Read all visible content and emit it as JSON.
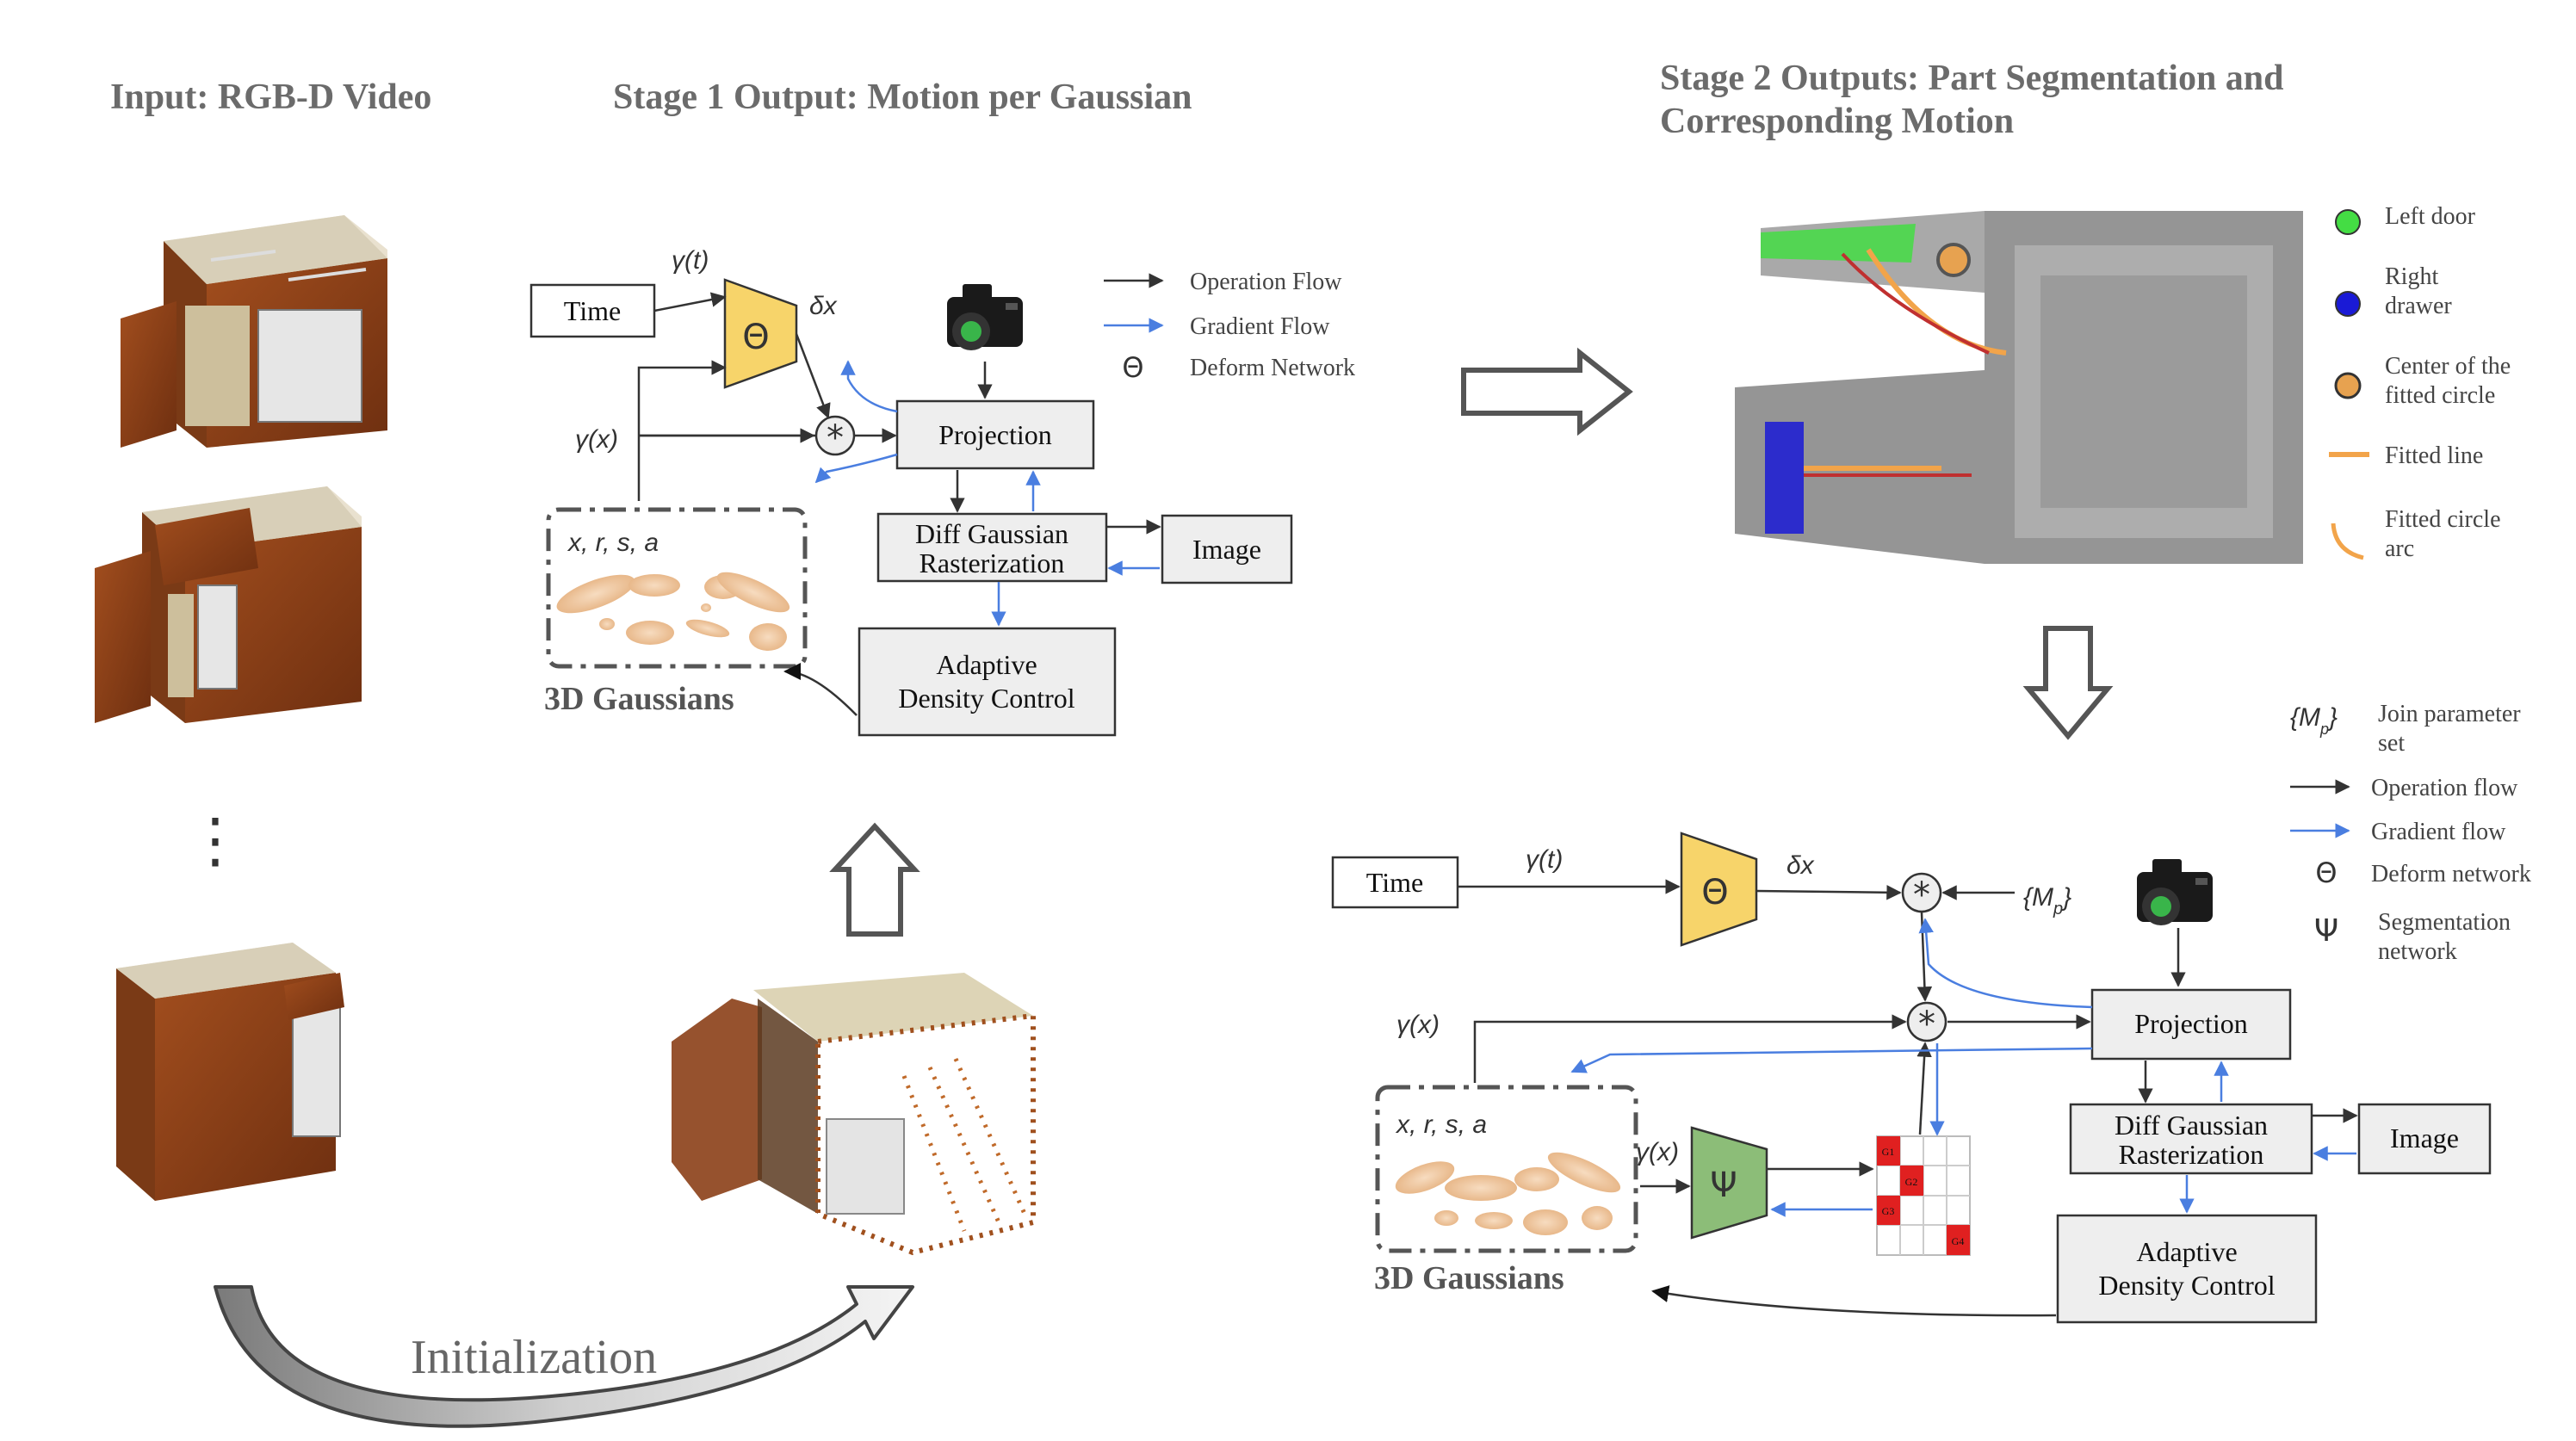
{
  "titles": {
    "input": "Input: RGB-D Video",
    "stage1": "Stage 1 Output: Motion per Gaussian",
    "stage2_line1": "Stage 2 Outputs: Part Segmentation and",
    "stage2_line2": "Corresponding Motion"
  },
  "vertical_dots": "⋮",
  "init_label": "Initialization",
  "stage1": {
    "time": "Time",
    "gamma_t": "γ(t)",
    "delta_x": "δx",
    "gamma_x": "γ(x)",
    "theta": "Θ",
    "star": "*",
    "projection": "Projection",
    "raster_line1": "Diff Gaussian",
    "raster_line2": "Rasterization",
    "image": "Image",
    "adc_line1": "Adaptive",
    "adc_line2": "Density Control",
    "gauss_params": "x, r, s, a",
    "gauss_label": "3D Gaussians",
    "legend": {
      "op": "Operation Flow",
      "grad": "Gradient Flow",
      "theta_symbol": "Θ",
      "theta": "Deform Network"
    }
  },
  "pointcloud_legend": [
    {
      "label_line1": "Left door",
      "label_line2": "",
      "color": "#44dd44",
      "kind": "dot"
    },
    {
      "label_line1": "Right",
      "label_line2": "drawer",
      "color": "#1a1ad6",
      "kind": "dot"
    },
    {
      "label_line1": "Center of the",
      "label_line2": "fitted circle",
      "color": "#d68a3c",
      "kind": "ring"
    },
    {
      "label_line1": "Fitted line",
      "label_line2": "",
      "color": "#f2a44a",
      "kind": "line"
    },
    {
      "label_line1": "Fitted circle",
      "label_line2": "arc",
      "color": "#f2a44a",
      "kind": "arc"
    }
  ],
  "stage2": {
    "time": "Time",
    "gamma_t": "γ(t)",
    "delta_x": "δx",
    "gamma_x": "γ(x)",
    "gamma_x2": "γ(x)",
    "theta": "Θ",
    "psi": "Ψ",
    "mp": "{M",
    "mp_sub": "p",
    "mp_close": "}",
    "projection": "Projection",
    "raster_line1": "Diff Gaussian",
    "raster_line2": "Rasterization",
    "image": "Image",
    "adc_line1": "Adaptive",
    "adc_line2": "Density Control",
    "gauss_params": "x, r, s, a",
    "gauss_label": "3D Gaussians",
    "grid_labels": [
      "G1",
      "G2",
      "G3",
      "G4"
    ],
    "legend": {
      "mp_symbol": "{M",
      "mp_sub": "p",
      "mp_close": "}",
      "mp_line1": "Join parameter",
      "mp_line2": "set",
      "op": "Operation flow",
      "grad": "Gradient flow",
      "theta_symbol": "Θ",
      "theta": "Deform network",
      "psi_symbol": "Ψ",
      "psi_line1": "Segmentation",
      "psi_line2": "network"
    }
  },
  "colors": {
    "deform_fill": "#f7d46a",
    "seg_fill": "#8cbd78",
    "gradient": "#4a7ee0",
    "operation": "#333333",
    "wood": "#8b3f17",
    "gaussian": "#f0c9a0",
    "grid_red": "#e02020"
  }
}
